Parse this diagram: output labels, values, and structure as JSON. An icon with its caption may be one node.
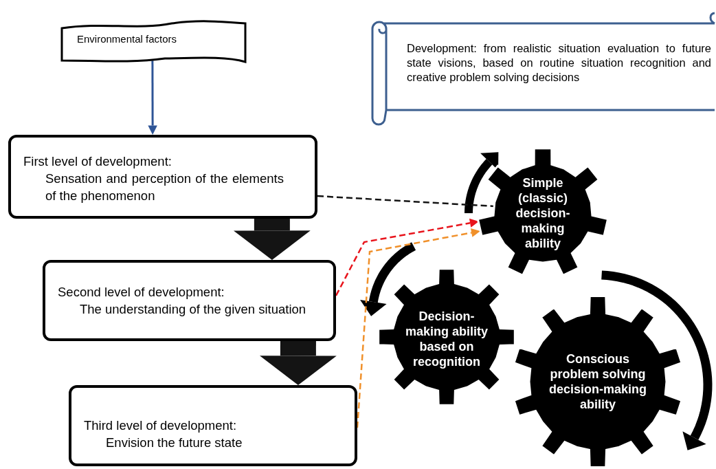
{
  "diagram": {
    "nodes": [
      {
        "text": [
          "Environmental factors"
        ]
      },
      {
        "text": [
          "Development: from realistic situation evaluation to future state visions, based on routine situation recognition and creative problem solving decisions"
        ]
      },
      {
        "text": [
          "First level of development:",
          "Sensation and perception of the elements of the phenomenon"
        ]
      },
      {
        "text": [
          "Second level of development:",
          "The understanding of the given situation"
        ]
      },
      {
        "text": [
          "Third level of development:",
          "Envision the future state"
        ]
      },
      {
        "text": [
          "Simple (classic) decision-making ability"
        ]
      },
      {
        "text": [
          "Decision-making ability based on recognition"
        ]
      },
      {
        "text": [
          "Conscious problem solving decision-making ability"
        ]
      }
    ],
    "edges": [
      {
        "from": 0,
        "to": 2,
        "arrow": "to",
        "color": "#2f5597"
      },
      {
        "from": 2,
        "to": 3,
        "arrow": "to",
        "style": "thick"
      },
      {
        "from": 3,
        "to": 4,
        "arrow": "to",
        "style": "thick"
      },
      {
        "from": 2,
        "to": 5,
        "arrow": "none",
        "style": "dashed"
      },
      {
        "from": 3,
        "to": 5,
        "arrow": "to",
        "style": "dashed",
        "color": "#e8141c"
      },
      {
        "from": 4,
        "to": 5,
        "arrow": "to",
        "style": "dashed",
        "color": "#f0902a"
      }
    ]
  }
}
